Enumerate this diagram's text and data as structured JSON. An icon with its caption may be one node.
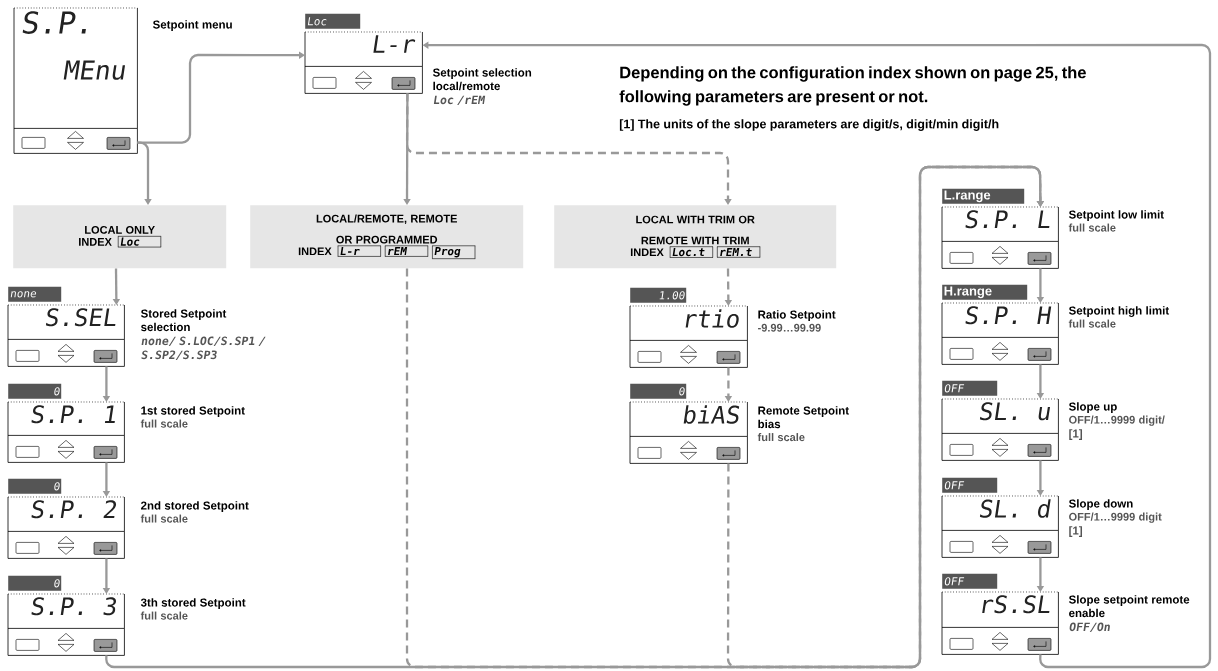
{
  "diagram": {
    "nodes": [
      {
        "text": [
          "S.P.",
          "MEnu"
        ],
        "beside": [
          "Setpoint menu"
        ]
      },
      {
        "text": [
          "L-r"
        ],
        "beside": [
          "Loc",
          "Setpoint selection local/remote",
          "Loc /rEM"
        ]
      },
      {
        "text": [
          "LOCAL ONLY",
          "INDEX",
          "Loc"
        ]
      },
      {
        "text": [
          "LOCAL/REMOTE, REMOTE OR PROGRAMMED",
          "INDEX",
          "L-r",
          "rEM",
          "Prog"
        ]
      },
      {
        "text": [
          "LOCAL WITH TRIM OR REMOTE WITH TRIM",
          "INDEX",
          "Loc.t",
          "rEM.t"
        ]
      },
      {
        "text": [
          "S.SEL"
        ],
        "beside": [
          "none",
          "Stored Setpoint selection",
          "none/ S.LOC/S.SP1 / S.SP2/S.SP3"
        ]
      },
      {
        "text": [
          "S.P. 1"
        ],
        "beside": [
          "0",
          "1st stored Setpoint",
          "full scale"
        ]
      },
      {
        "text": [
          "S.P. 2"
        ],
        "beside": [
          "0",
          "2nd stored Setpoint",
          "full scale"
        ]
      },
      {
        "text": [
          "S.P. 3"
        ],
        "beside": [
          "0",
          "3th stored Setpoint",
          "full scale"
        ]
      },
      {
        "text": [
          "rtio"
        ],
        "beside": [
          "1.00",
          "Ratio Setpoint",
          "-9.99…99.99"
        ]
      },
      {
        "text": [
          "biAS"
        ],
        "beside": [
          "0",
          "Remote Setpoint bias",
          "full scale"
        ]
      },
      {
        "text": [
          "S.P. L"
        ],
        "beside": [
          "L.range",
          "Setpoint low limit",
          "full scale"
        ]
      },
      {
        "text": [
          "S.P. H"
        ],
        "beside": [
          "H.range",
          "Setpoint high limit",
          "full scale"
        ]
      },
      {
        "text": [
          "SL. u"
        ],
        "beside": [
          "OFF",
          "Slope up",
          "OFF/1…9999 digit/",
          "[1]"
        ]
      },
      {
        "text": [
          "SL. d"
        ],
        "beside": [
          "OFF",
          "Slope down",
          "OFF/1…9999 digit",
          "[1]"
        ]
      },
      {
        "text": [
          "rS.SL"
        ],
        "beside": [
          "OFF",
          "Slope setpoint remote enable",
          "OFF/On"
        ]
      }
    ],
    "edges": [
      {
        "from": 0,
        "to": 1,
        "arrow": "to"
      },
      {
        "from": 0,
        "to": 2,
        "arrow": "to"
      },
      {
        "from": 1,
        "to": 3,
        "arrow": "to"
      },
      {
        "from": 1,
        "to": 4,
        "arrow": "to",
        "style": "dashed"
      },
      {
        "from": 2,
        "to": 5,
        "arrow": "to"
      },
      {
        "from": 5,
        "to": 6,
        "arrow": "to"
      },
      {
        "from": 6,
        "to": 7,
        "arrow": "to"
      },
      {
        "from": 7,
        "to": 8,
        "arrow": "to"
      },
      {
        "from": 8,
        "to": 11,
        "arrow": "to"
      },
      {
        "from": 3,
        "to": 11,
        "arrow": "to",
        "style": "dashed"
      },
      {
        "from": 4,
        "to": 9,
        "arrow": "to",
        "style": "dashed"
      },
      {
        "from": 9,
        "to": 10,
        "arrow": "to",
        "style": "dashed"
      },
      {
        "from": 10,
        "to": 11,
        "arrow": "to",
        "style": "dashed"
      },
      {
        "from": 11,
        "to": 12,
        "arrow": "to"
      },
      {
        "from": 12,
        "to": 13,
        "arrow": "to"
      },
      {
        "from": 13,
        "to": 14,
        "arrow": "to"
      },
      {
        "from": 14,
        "to": 15,
        "arrow": "to"
      },
      {
        "from": 15,
        "to": 1,
        "arrow": "to"
      }
    ],
    "labels": [
      "Depending on the configuration index shown on page 25, the following parameters are present or not.",
      "[1] The units of the slope parameters are digit/s, digit/min digit/h"
    ]
  }
}
